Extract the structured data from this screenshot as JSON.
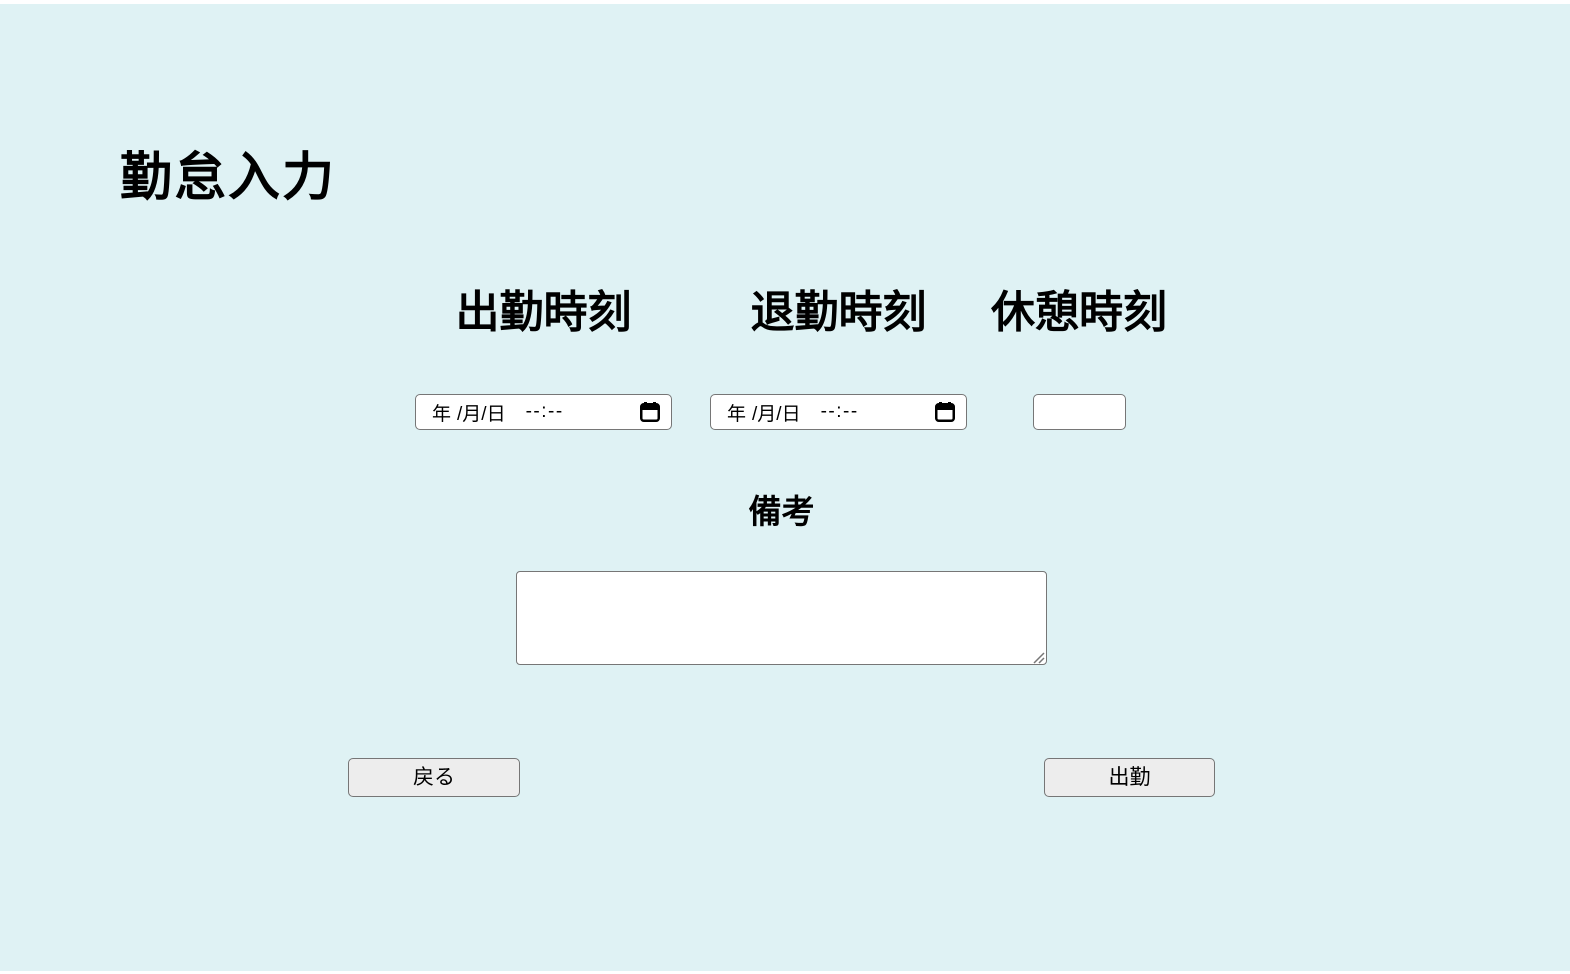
{
  "page": {
    "title": "勤怠入力",
    "background_color": "#dff2f4"
  },
  "attendance_form": {
    "time_columns": [
      {
        "label": "出勤時刻",
        "input_type": "datetime-local",
        "value": "",
        "placeholder": {
          "year": "年",
          "month_day": "/月/日",
          "time": "--:--"
        }
      },
      {
        "label": "退勤時刻",
        "input_type": "datetime-local",
        "value": "",
        "placeholder": {
          "year": "年",
          "month_day": "/月/日",
          "time": "--:--"
        }
      },
      {
        "label": "休憩時刻",
        "input_type": "text",
        "value": ""
      }
    ],
    "remarks": {
      "label": "備考",
      "value": ""
    },
    "actions": {
      "back_label": "戻る",
      "clock_in_label": "出勤"
    }
  },
  "icons": {
    "calendar": "calendar-icon",
    "resize_handle": "resize-handle-icon"
  }
}
